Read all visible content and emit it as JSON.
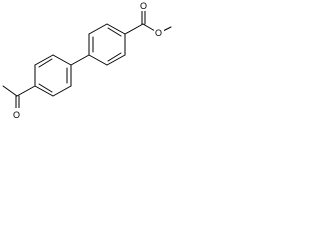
{
  "molecule": {
    "atom_labels": {
      "carbonyl_oxygen_ester": "O",
      "ester_oxygen": "O",
      "carbonyl_oxygen_ketone": "O"
    }
  }
}
